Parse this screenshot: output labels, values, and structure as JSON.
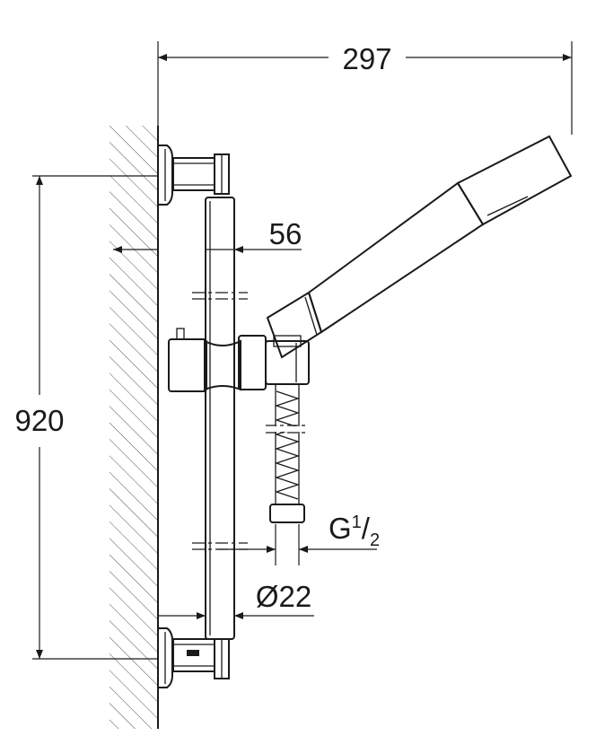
{
  "dimensions": {
    "overall_width": "297",
    "height": "920",
    "rail_offset": "56",
    "connector": {
      "prefix": "G",
      "numerator": "1",
      "slash": "/",
      "denominator": "2"
    },
    "rail_diameter": "Ø22"
  },
  "colors": {
    "line": "#1a1a1a",
    "hatch": "#555555",
    "background": "#ffffff"
  }
}
